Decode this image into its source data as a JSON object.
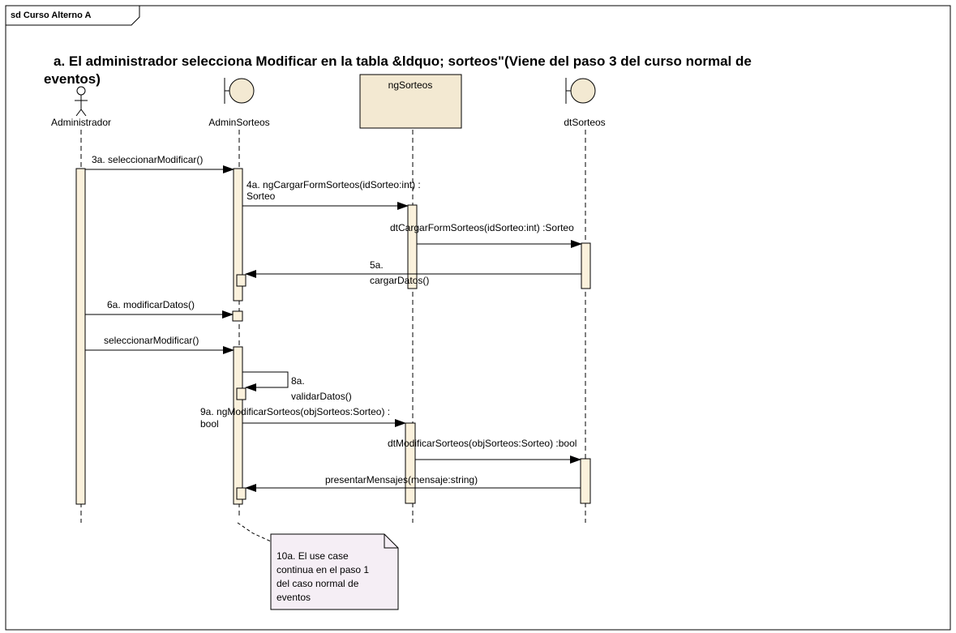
{
  "frame": {
    "label": "sd Curso Alterno A"
  },
  "title": {
    "line1": "a. El administrador selecciona Modificar en la tabla &ldquo; sorteos\"(Viene del paso 3 del curso normal de",
    "line2": "eventos)"
  },
  "participants": {
    "administrador": {
      "label": "Administrador",
      "type": "actor"
    },
    "adminSorteos": {
      "label": "AdminSorteos",
      "type": "boundary"
    },
    "ngSorteos": {
      "label": "ngSorteos",
      "type": "class"
    },
    "dtSorteos": {
      "label": "dtSorteos",
      "type": "boundary"
    }
  },
  "messages": {
    "m1": "3a. seleccionarModificar()",
    "m2_line1": "4a. ngCargarFormSorteos(idSorteo:int) :",
    "m2_line2": "Sorteo",
    "m3": "dtCargarFormSorteos(idSorteo:int) :Sorteo",
    "m4_line1": "5a.",
    "m4_line2": "cargarDatos()",
    "m5": "6a. modificarDatos()",
    "m6": "seleccionarModificar()",
    "m7_line1": "8a.",
    "m7_line2": "validarDatos()",
    "m8_line1": "9a. ngModificarSorteos(objSorteos:Sorteo) :",
    "m8_line2": "bool",
    "m9": "dtModificarSorteos(objSorteos:Sorteo) :bool",
    "m10": "presentarMensajes(mensaje:string)"
  },
  "note": {
    "line1": "10a. El use case",
    "line2": "continua en el paso 1",
    "line3": "del caso normal de",
    "line4": "eventos"
  },
  "colors": {
    "activation_fill": "#fbf1dc",
    "class_fill": "#f3e9d2",
    "boundary_fill": "#f3e9d2",
    "note_fill": "#f5eef5",
    "frame_stroke": "#000000"
  }
}
